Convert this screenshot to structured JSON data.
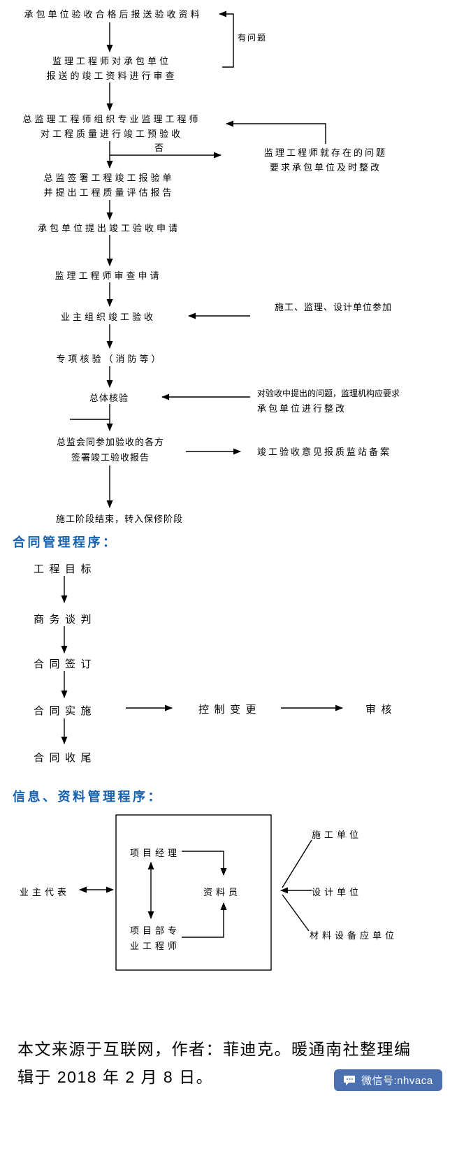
{
  "colors": {
    "accent": "#1661ae",
    "badge_bg": "#4a70b0",
    "line": "#000000"
  },
  "flow1": {
    "n1": "承包单位验收合格后报送验收资料",
    "feedback1": "有问题",
    "n2a": "监理工程师对承包单位",
    "n2b": "报送的竣工资料进行审查",
    "n3a": "总监理工程师组织专业监理工程师",
    "n3b": "对工程质量进行竣工预验收",
    "no_label": "否",
    "r1a": "监理工程师就存在的问题",
    "r1b": "要求承包单位及时整改",
    "n4a": "总监签署工程竣工报验单",
    "n4b": "并提出工程质量评估报告",
    "n5": "承包单位提出竣工验收申请",
    "n6": "监理工程师审查申请",
    "n7": "业主组织竣工验收",
    "r2": "施工、监理、设计单位参加",
    "n8": "专项核验（消防等）",
    "n9": "总体核验",
    "r3a": "对验收中提出的问题，监理机构应要求",
    "r3b": "承包单位进行整改",
    "n10a": "总监会同参加验收的各方",
    "n10b": "签署竣工验收报告",
    "r4": "竣工验收意见报质监站备案",
    "n11": "施工阶段结束，转入保修阶段"
  },
  "contract": {
    "title": "合同管理程序：",
    "goal": "工程目标",
    "negotiation": "商务谈判",
    "signing": "合同签订",
    "implementation": "合同实施",
    "change_control": "控制变更",
    "review": "审核",
    "closeout": "合同收尾"
  },
  "info": {
    "title": "信息、资料管理程序：",
    "project_manager": "项目经理",
    "archivist": "资料员",
    "engineer_a": "项目部专",
    "engineer_b": "业工程师",
    "owner_rep": "业主代表",
    "construction_unit": "施工单位",
    "design_unit": "设计单位",
    "supplier_unit": "材料设备应单位"
  },
  "footer": {
    "line1": "本文来源于互联网，作者：菲迪克。暖通南社整理编",
    "line2": "辑于 2018 年 2 月 8 日。",
    "wechat_badge": "微信号:nhvaca"
  }
}
